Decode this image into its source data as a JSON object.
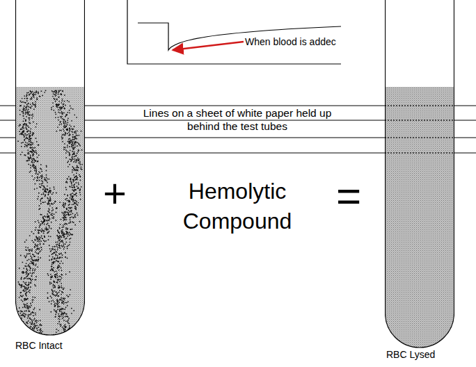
{
  "diagram": {
    "nodes": [
      {
        "text": [
          "RBC Intact"
        ]
      },
      {
        "text": [
          "RBC Lysed"
        ]
      }
    ],
    "labels": [
      "When blood is addec",
      "Lines on a sheet of white paper held up behind the test tubes",
      "+",
      "Hemolytic Compound",
      "="
    ]
  }
}
